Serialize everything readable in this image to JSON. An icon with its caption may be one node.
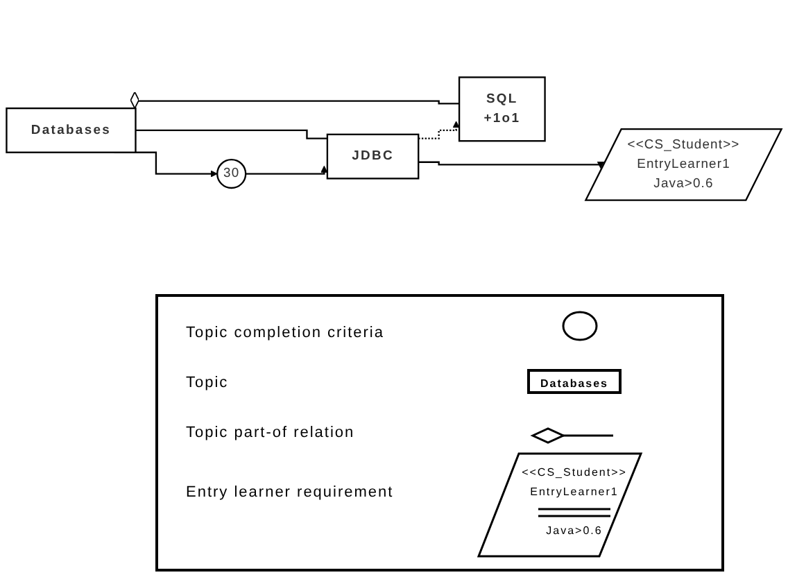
{
  "diagram": {
    "nodes": [
      {
        "text": [
          "Databases"
        ]
      },
      {
        "text": [
          "30"
        ]
      },
      {
        "text": [
          "SQL",
          "+1o1"
        ]
      },
      {
        "text": [
          "JDBC"
        ]
      },
      {
        "text": [
          "<<CS_Student>>",
          "EntryLearner1",
          "Java>0.6"
        ]
      }
    ],
    "edges": [
      {
        "from": 0,
        "to": 1,
        "arrow": "to"
      },
      {
        "from": 1,
        "to": 3,
        "arrow": "to"
      },
      {
        "from": 2,
        "to": 0,
        "arrow": "other"
      },
      {
        "from": 3,
        "to": 0,
        "arrow": "other"
      },
      {
        "from": 3,
        "to": 2,
        "arrow": "to",
        "style": "dashed"
      },
      {
        "from": 3,
        "to": 4,
        "arrow": "to"
      }
    ],
    "labels": [
      "Databases",
      "<<CS_Student>>",
      "EntryLearner1",
      "Java>0.6"
    ],
    "legend": [
      {
        "text": "Topic completion criteria"
      },
      {
        "text": "Topic"
      },
      {
        "text": "Topic part-of relation"
      },
      {
        "text": "Entry learner requirement"
      }
    ]
  }
}
